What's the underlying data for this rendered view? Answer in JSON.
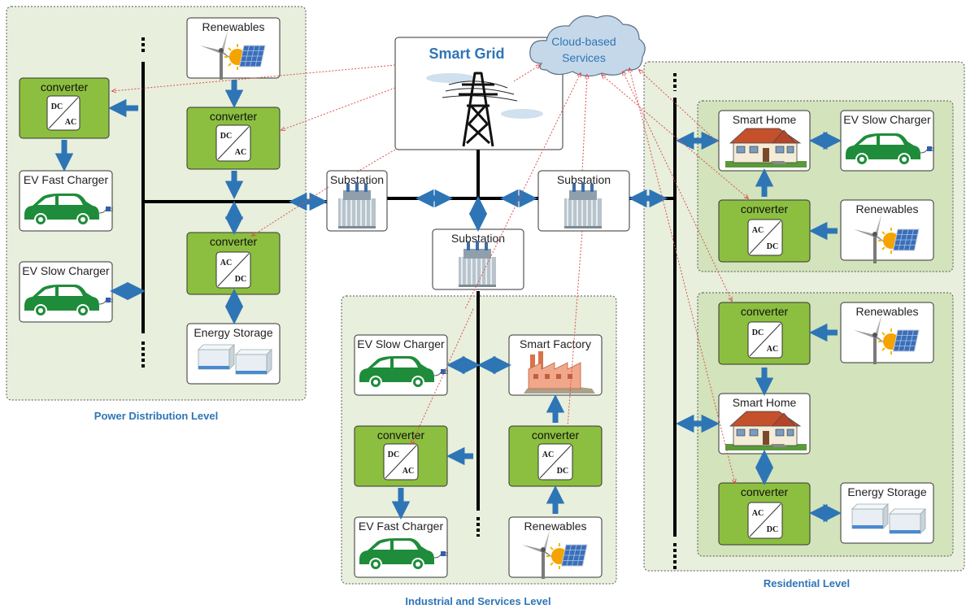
{
  "smart_grid": {
    "label": "Smart Grid"
  },
  "cloud": {
    "line1": "Cloud-based",
    "line2": "Services"
  },
  "levels": {
    "power_distribution": "Power Distribution Level",
    "industrial": "Industrial and Services Level",
    "residential": "Residential Level"
  },
  "substations": {
    "left": "Substation",
    "right": "Substation",
    "center": "Substation"
  },
  "converter": {
    "label": "converter",
    "dc": "DC",
    "ac": "AC"
  },
  "power_distribution": {
    "renewables": "Renewables",
    "ev_fast_charger": "EV Fast Charger",
    "ev_slow_charger": "EV Slow Charger",
    "energy_storage": "Energy Storage"
  },
  "industrial": {
    "ev_slow_charger": "EV Slow Charger",
    "smart_factory": "Smart Factory",
    "ev_fast_charger": "EV Fast Charger",
    "renewables": "Renewables"
  },
  "residential": {
    "smart_home_1": "Smart Home",
    "ev_slow_charger": "EV Slow Charger",
    "renewables_1": "Renewables",
    "renewables_2": "Renewables",
    "smart_home_2": "Smart Home",
    "energy_storage": "Energy Storage"
  },
  "colors": {
    "panel_fill": "#e8efdc",
    "converter_fill": "#8cbf3f",
    "arrow_blue": "#2e75b6",
    "bus_black": "#000000",
    "dotted_red": "#d9534f",
    "cloud_fill": "#c5d8ea",
    "level_text": "#2e75b6",
    "car_green": "#1e8c3a"
  },
  "icons": [
    "wind-turbine-solar-icon",
    "car-icon",
    "transformer-icon",
    "battery-icon",
    "house-icon",
    "factory-icon",
    "pylon-icon",
    "cloud-icon"
  ]
}
